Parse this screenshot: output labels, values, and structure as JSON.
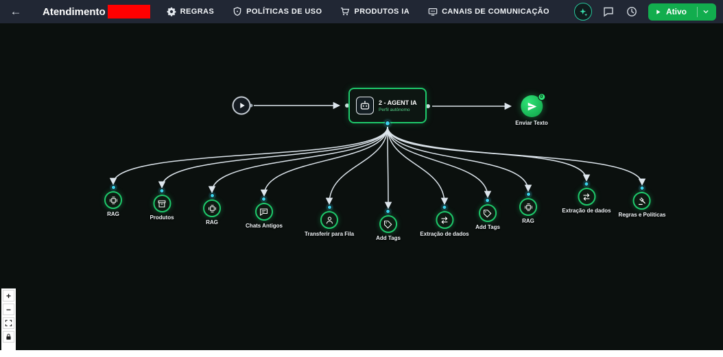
{
  "topbar": {
    "back_label": "←",
    "title": "Atendimento",
    "nav_items": [
      {
        "label": "REGRAS",
        "icon": "gear-icon"
      },
      {
        "label": "POLÍTICAS DE USO",
        "icon": "policy-shield-icon"
      },
      {
        "label": "PRODUTOS IA",
        "icon": "cart-icon"
      },
      {
        "label": "CANAIS DE COMUNICAÇÃO",
        "icon": "screen-icon"
      }
    ],
    "status": {
      "label": "Ativo"
    }
  },
  "flow": {
    "agent_node": {
      "title": "2 - AGENT IA",
      "subtitle": "Perfil autônomo"
    },
    "send_node": {
      "label": "Enviar Texto",
      "badge": "0"
    },
    "tool_nodes": [
      {
        "label": "RAG",
        "icon": "rag-icon"
      },
      {
        "label": "Produtos",
        "icon": "products-box-icon"
      },
      {
        "label": "RAG",
        "icon": "rag-icon"
      },
      {
        "label": "Chats Antigos",
        "icon": "chat-history-icon"
      },
      {
        "label": "Transferir para Fila",
        "icon": "user-icon"
      },
      {
        "label": "Add Tags",
        "icon": "tag-icon"
      },
      {
        "label": "Extração de dados",
        "icon": "swap-arrows-icon"
      },
      {
        "label": "Add Tags",
        "icon": "tag-icon"
      },
      {
        "label": "RAG",
        "icon": "rag-icon"
      },
      {
        "label": "Extração de dados",
        "icon": "swap-arrows-icon"
      },
      {
        "label": "Regras e Políticas",
        "icon": "gavel-icon"
      }
    ],
    "colors": {
      "node_green": "#1ec96b",
      "port_cyan": "#3cd2ee",
      "edge": "#dde5ec",
      "canvas_bg": "#0b100e",
      "status_green": "#12ad4e",
      "redaction_red": "#ff0000"
    }
  },
  "controls": {
    "zoom_in": "+",
    "zoom_out": "−"
  }
}
